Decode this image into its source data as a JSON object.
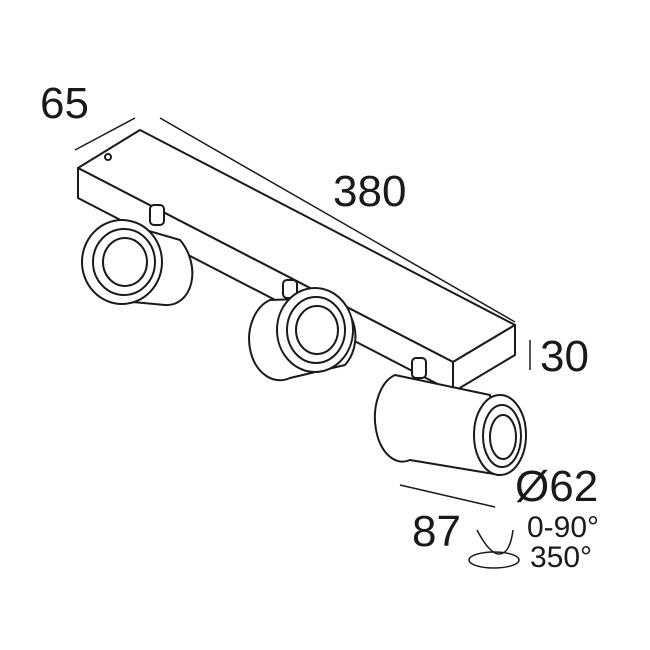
{
  "dimensions": {
    "depth": "65",
    "length": "380",
    "height": "30",
    "diameter": "Ø62",
    "projection": "87",
    "tilt": "0-90°",
    "rotation": "350°"
  },
  "colors": {
    "line": "#1a1a1a",
    "background": "#ffffff"
  }
}
